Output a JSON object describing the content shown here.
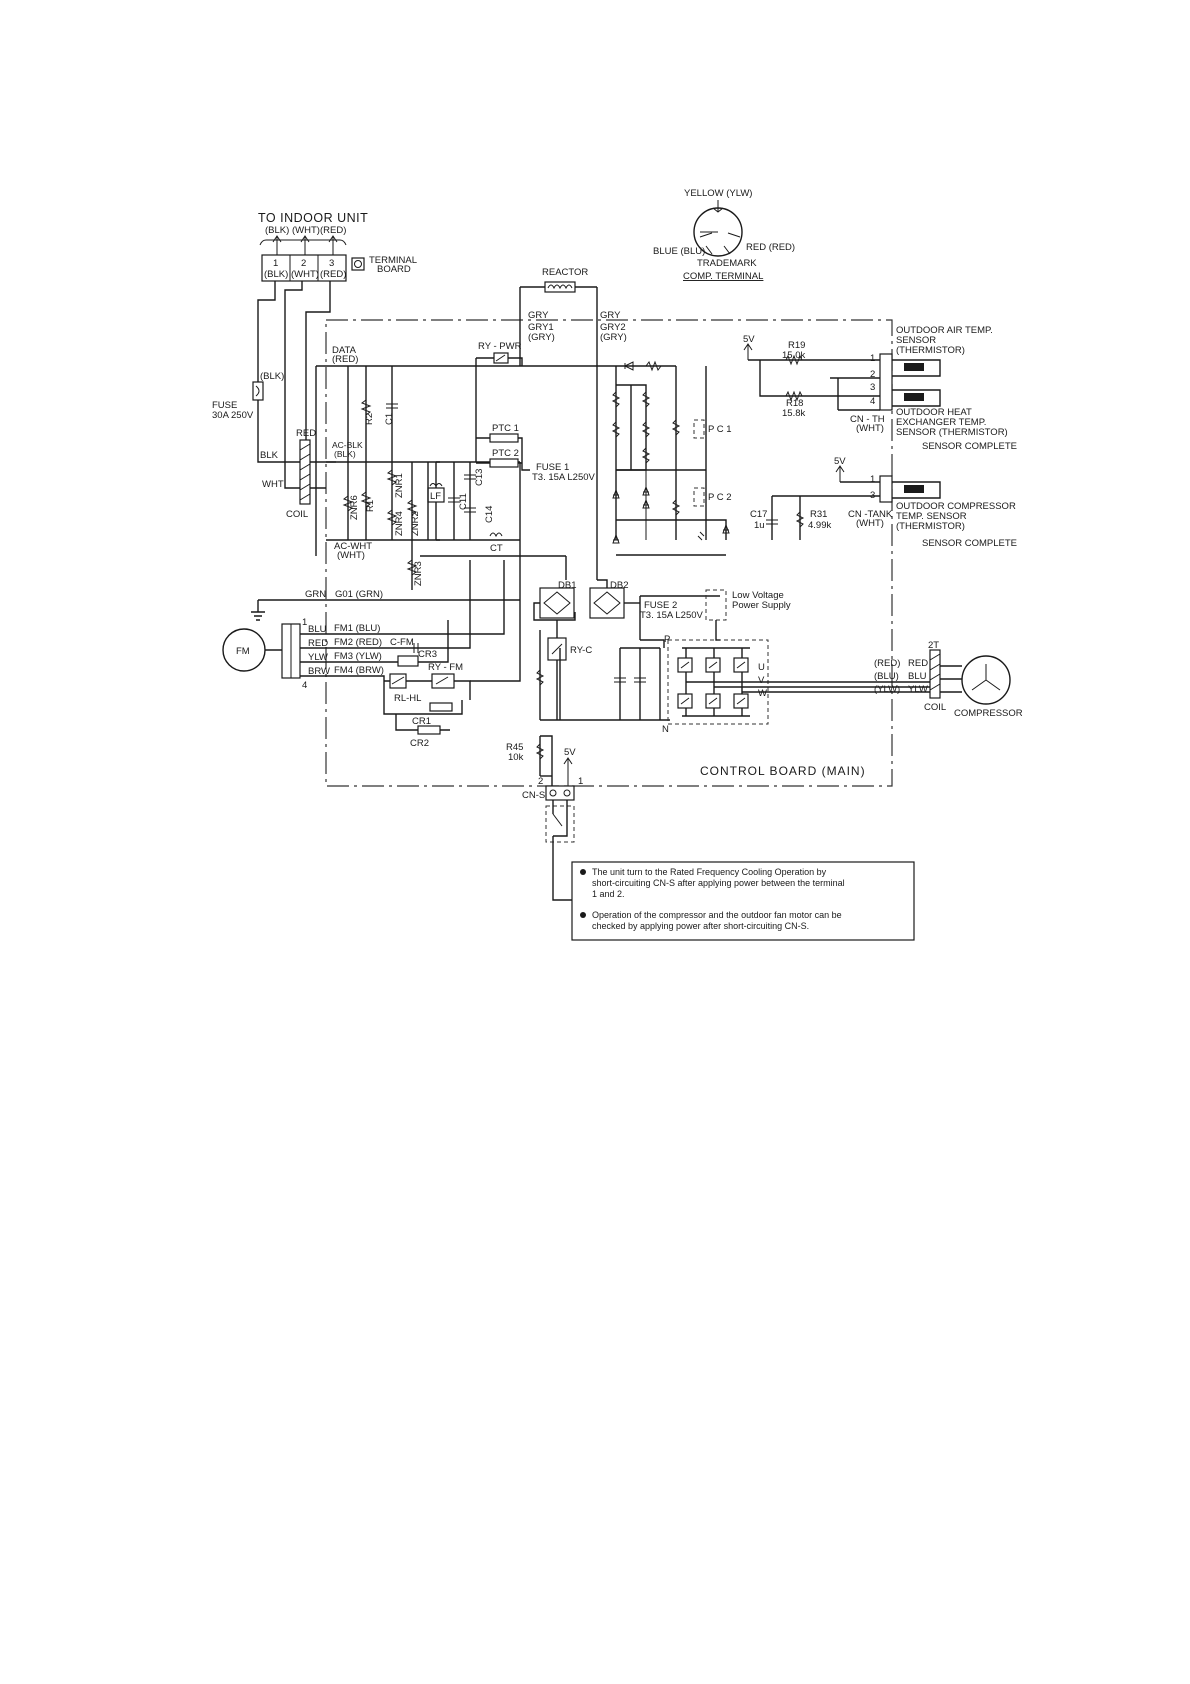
{
  "indoor": {
    "title": "TO INDOOR UNIT",
    "wires": [
      "(BLK)",
      "(WHT)",
      "(RED)"
    ],
    "terminals": [
      {
        "num": "1",
        "color": "(BLK)"
      },
      {
        "num": "2",
        "color": "(WHT)"
      },
      {
        "num": "3",
        "color": "(RED)"
      }
    ],
    "terminal_board": [
      "TERMINAL",
      "BOARD"
    ]
  },
  "comp_terminal": {
    "yellow": "YELLOW (YLW)",
    "blue": "BLUE (BLU)",
    "red": "RED (RED)",
    "trademark": "TRADEMARK",
    "title": "COMP. TERMINAL"
  },
  "reactor": {
    "label": "REACTOR",
    "gry_left": "GRY",
    "gry_right": "GRY",
    "gry1": [
      "GRY1",
      "(GRY)"
    ],
    "gry2": [
      "GRY2",
      "(GRY)"
    ]
  },
  "left_side": {
    "fuse": [
      "FUSE",
      "30A  250V"
    ],
    "fuse_wire": "(BLK)",
    "red": "RED",
    "blk": "BLK",
    "wht": "WHT",
    "coil": "COIL",
    "data": [
      "DATA",
      "(RED)"
    ],
    "ac_blk": [
      "AC-BLK",
      "(BLK)"
    ],
    "ac_wht": [
      "AC-WHT",
      "(WHT)"
    ],
    "r2": "R2",
    "c1": "C1",
    "znr6": "ZNR6",
    "r1": "R1",
    "znr1": "ZNR1",
    "znr4": "ZNR4",
    "znr2": "ZNR2",
    "znr3": "ZNR3",
    "lf": "LF",
    "c11": "C11",
    "c13": "C13",
    "c14": "C14",
    "ct": "CT",
    "grn": "GRN",
    "g01": "G01 (GRN)"
  },
  "ry_pwr": "RY - PWR",
  "ptc1": "PTC 1",
  "ptc2": "PTC 2",
  "fuse1": [
    "FUSE 1",
    "T3. 15A  L250V"
  ],
  "pc1": "P C 1",
  "pc2": "P C 2",
  "sensors": {
    "v5": "5V",
    "r19": [
      "R19",
      "15.0k"
    ],
    "r18": [
      "R18",
      "15.8k"
    ],
    "pins": [
      "1",
      "2",
      "3",
      "4"
    ],
    "cn_th": [
      "CN - TH",
      "(WHT)"
    ],
    "air": [
      "OUTDOOR AIR TEMP.",
      "SENSOR",
      "(THERMISTOR)"
    ],
    "heat": [
      "OUTDOOR HEAT",
      "EXCHANGER TEMP.",
      "SENSOR (THERMISTOR)"
    ],
    "complete1": "SENSOR COMPLETE",
    "v5b": "5V",
    "c17": [
      "C17",
      "1u"
    ],
    "r31": [
      "R31",
      "4.99k"
    ],
    "cn_tank": [
      "CN -TANK",
      "(WHT)"
    ],
    "tank_pins": [
      "1",
      "3"
    ],
    "comp_sensor": [
      "OUTDOOR COMPRESSOR",
      "TEMP. SENSOR",
      "(THERMISTOR)"
    ],
    "complete2": "SENSOR COMPLETE"
  },
  "fan": {
    "fm": "FM",
    "pins": [
      "1",
      "4"
    ],
    "wires": [
      "BLU",
      "RED",
      "YLW",
      "BRW"
    ],
    "fm1": "FM1 (BLU)",
    "fm2": "FM2 (RED)",
    "fm3": "FM3 (YLW)",
    "fm4": "FM4 (BRW)",
    "cfm": "C-FM",
    "cr3": "CR3",
    "ry_fm": "RY - FM",
    "rl_hl": "RL-HL",
    "cr1": "CR1",
    "cr2": "CR2"
  },
  "power": {
    "db1": "DB1",
    "db2": "DB2",
    "fuse2": [
      "FUSE 2",
      "T3. 15A  L250V"
    ],
    "low_voltage": [
      "Low Voltage",
      "Power Supply"
    ],
    "ry_c": "RY-C",
    "p": "P",
    "n": "N",
    "u": "U",
    "v": "V",
    "w": "W"
  },
  "compressor": {
    "wire_colors": [
      "(RED)",
      "(BLU)",
      "(YLW)"
    ],
    "wires": [
      "RED",
      "BLU",
      "YLW"
    ],
    "t2": "2T",
    "coil": "COIL",
    "label": "COMPRESSOR"
  },
  "board": {
    "title": "CONTROL BOARD (MAIN)",
    "r45": [
      "R45",
      "10k"
    ],
    "v5": "5V",
    "cn_s": "CN-S",
    "pin2": "2",
    "pin1": "1"
  },
  "notes": [
    [
      "The unit turn to the Rated Frequency Cooling Operation by",
      "short-circuiting CN-S after applying power between the terminal",
      "1 and 2."
    ],
    [
      "Operation of the compressor and the outdoor fan motor can be",
      "checked by applying power after short-circuiting CN-S."
    ]
  ]
}
